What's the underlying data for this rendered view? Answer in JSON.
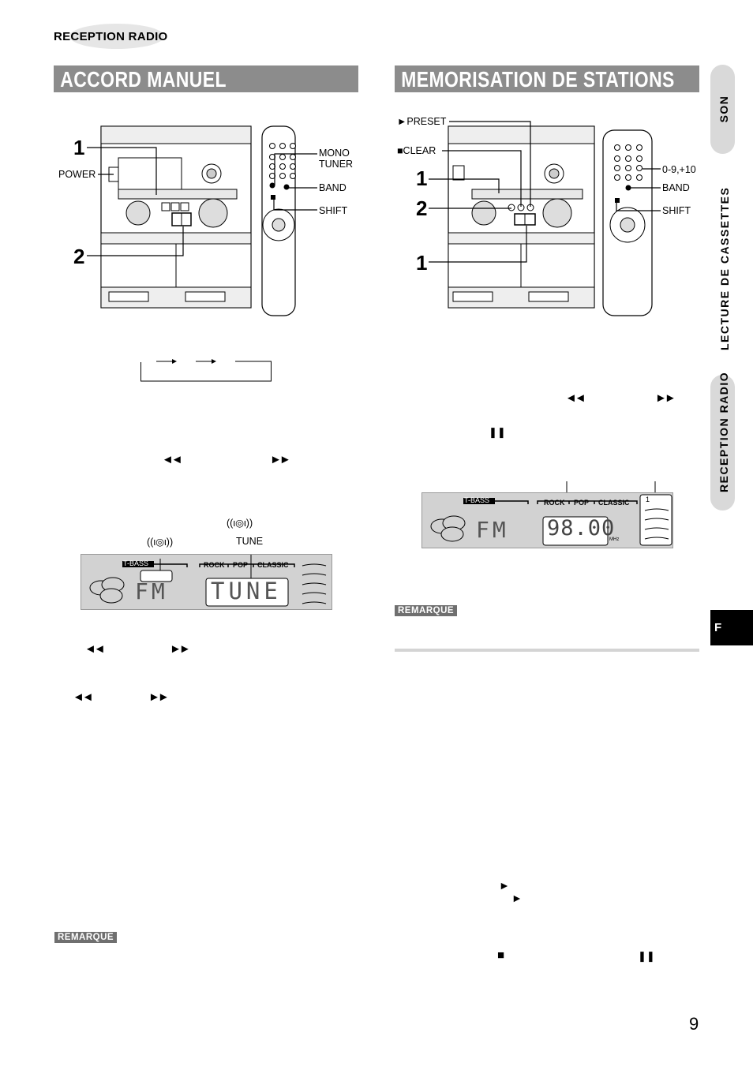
{
  "header": {
    "section_tag": "RECEPTION RADIO"
  },
  "left": {
    "title": "ACCORD MANUEL",
    "callouts": {
      "step1": "1",
      "step2": "2",
      "power": "POWER",
      "mono_tuner_line1": "MONO",
      "mono_tuner_line2": "TUNER",
      "band": "BAND",
      "shift": "SHIFT"
    },
    "arrows": {
      "rew": "◄◄",
      "ff": "►►"
    },
    "tune_icon": "((ι◎ι))",
    "display": {
      "icon_label": "((ι◎ι))",
      "tune_label": "TUNE",
      "tbass": "T-BASS",
      "rock": "ROCK",
      "pop": "POP",
      "classic": "CLASSIC",
      "band": "FM",
      "main": "TUNE"
    },
    "remark": "REMARQUE"
  },
  "right": {
    "title": "MEMORISATION DE STATIONS",
    "callouts": {
      "preset": "►PRESET",
      "clear": "■CLEAR",
      "step1a": "1",
      "step2": "2",
      "step1b": "1",
      "digits": "0-9,+10",
      "band": "BAND",
      "shift": "SHIFT"
    },
    "arrows": {
      "rew": "◄◄",
      "ff": "►►",
      "pause": "❚❚"
    },
    "display": {
      "tbass": "T-BASS",
      "rock": "ROCK",
      "pop": "POP",
      "classic": "CLASSIC",
      "band": "FM",
      "freq": "98.00",
      "unit": "MHz",
      "preset_no": "1"
    },
    "remark": "REMARQUE",
    "bottom_symbols": {
      "play1": "►",
      "play2": "►",
      "stop": "■",
      "pause": "❚❚"
    }
  },
  "side_tabs": {
    "son": "SON",
    "lecture": "LECTURE DE CASSETTES",
    "reception": "RECEPTION RADIO",
    "lang": "F"
  },
  "page_number": "9"
}
